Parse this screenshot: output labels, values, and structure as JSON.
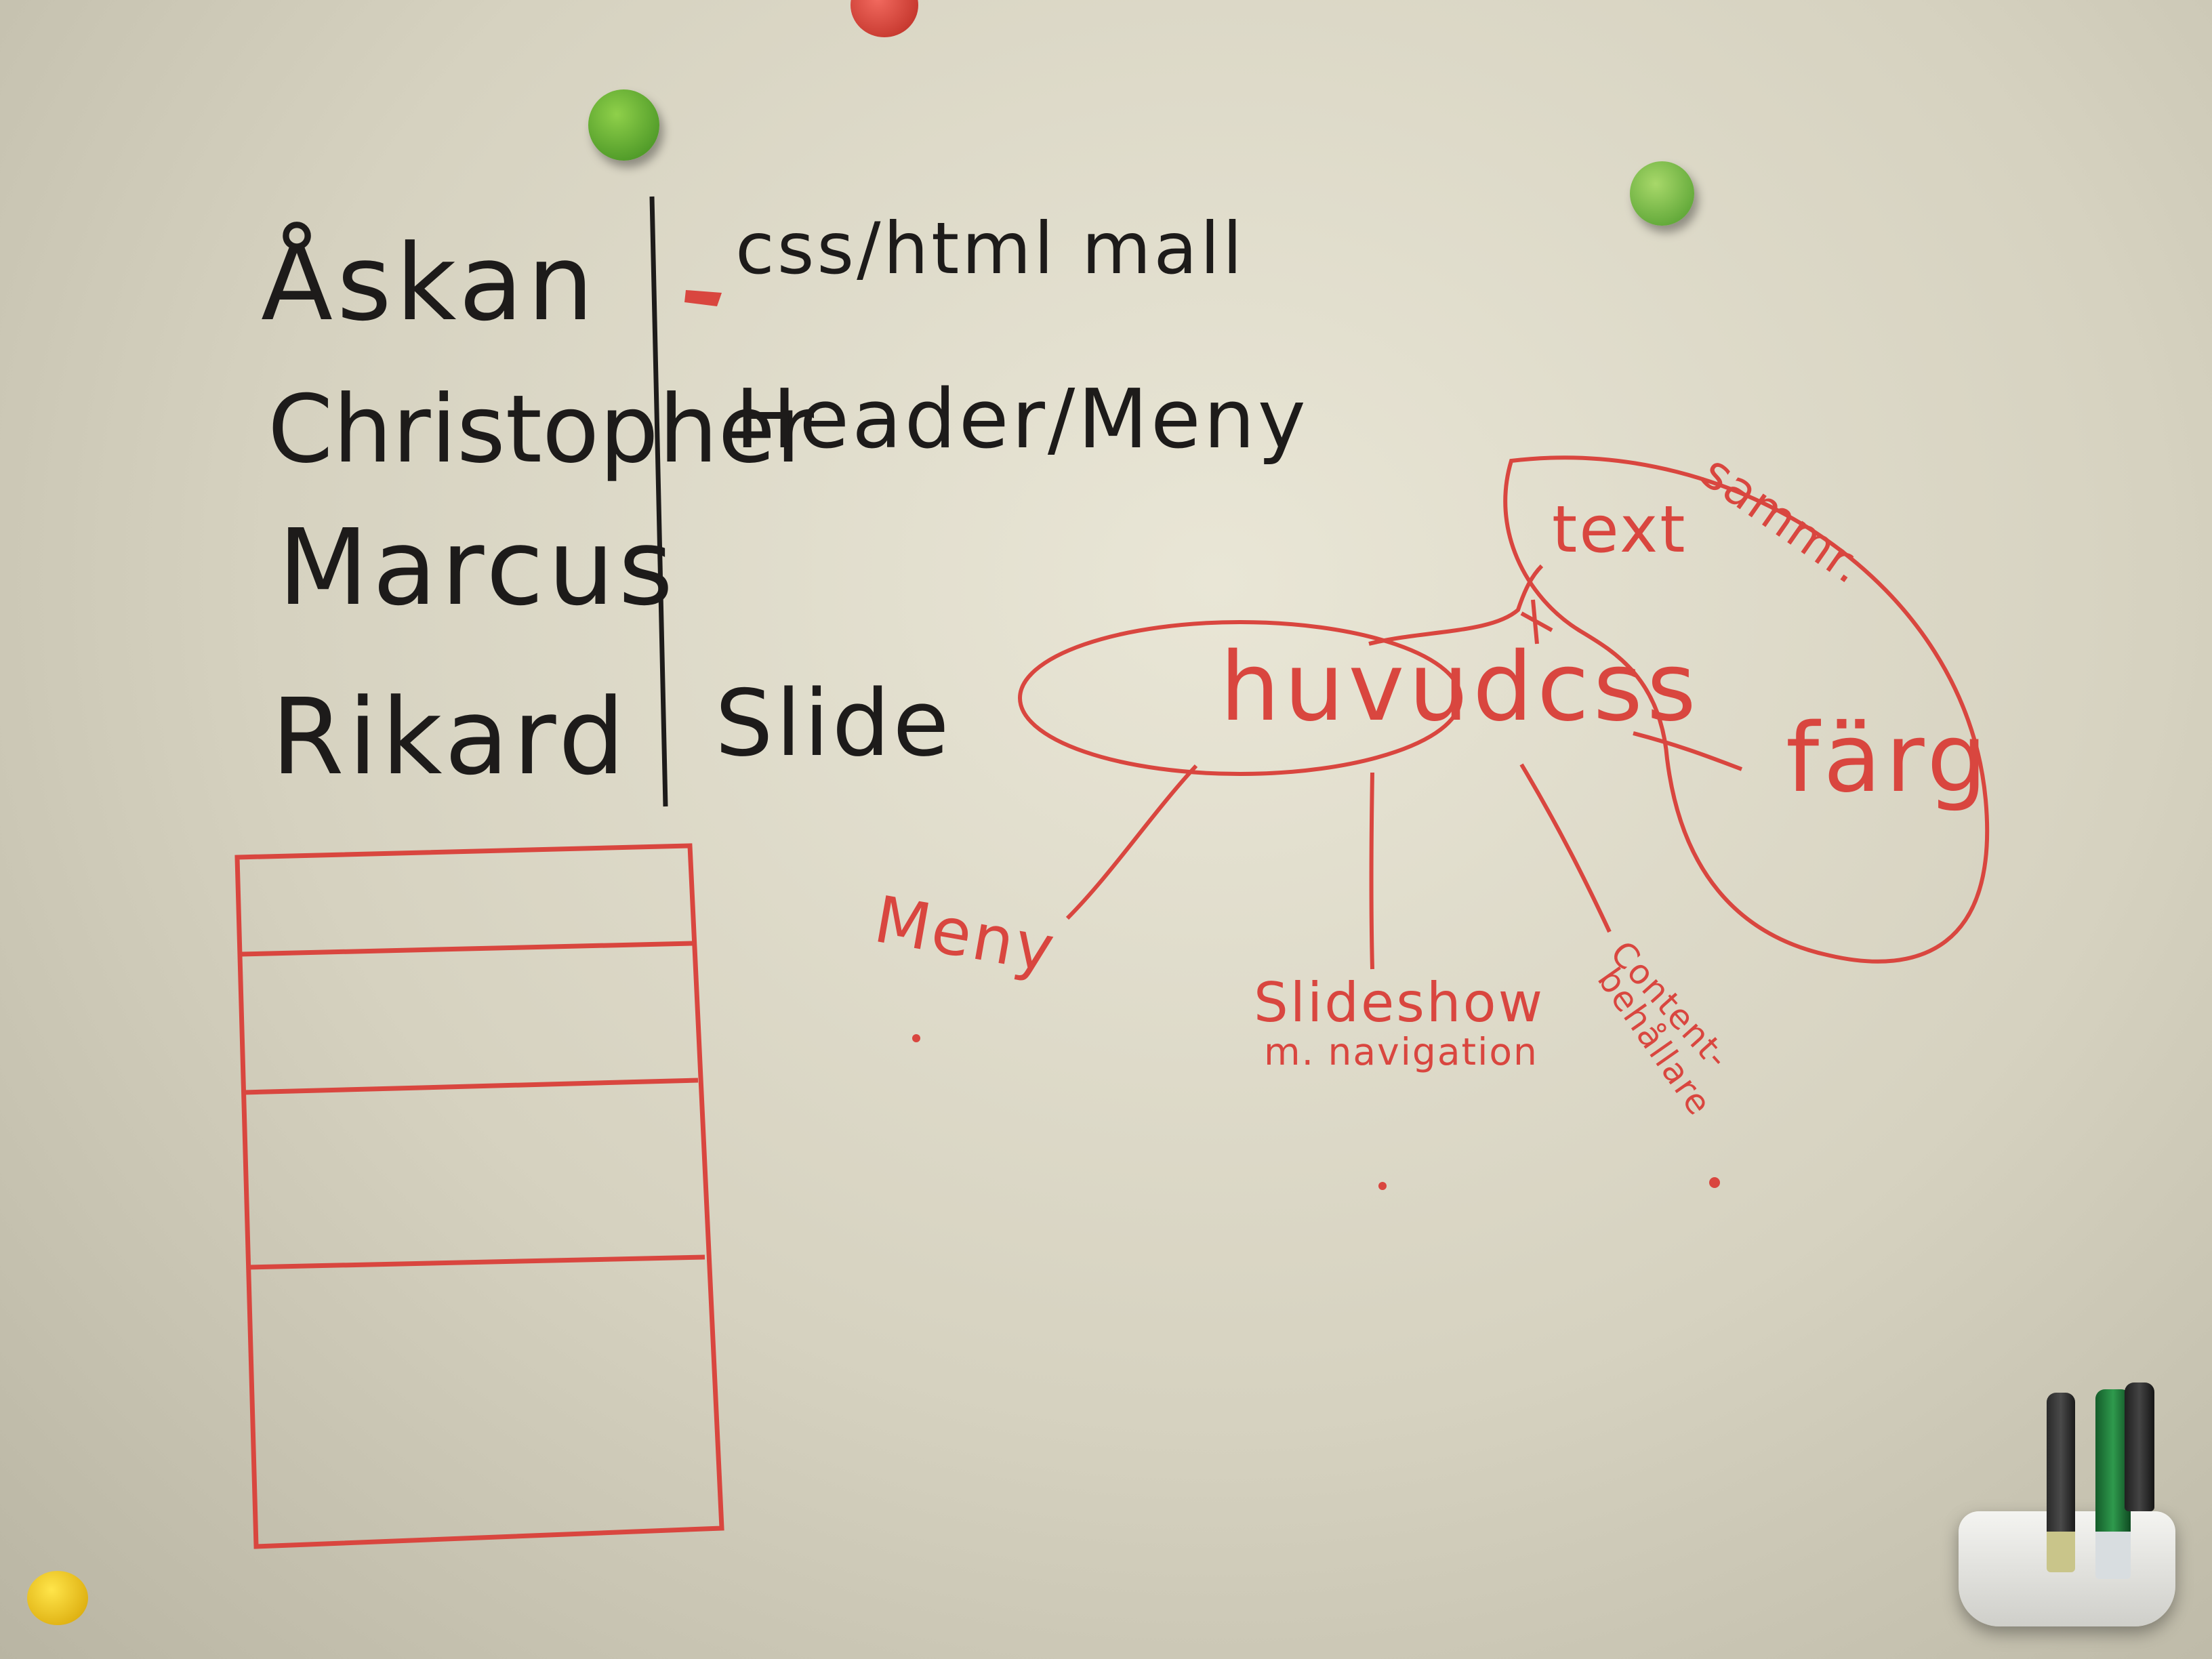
{
  "names": {
    "askan": "Åskan",
    "christopher": "Christopher",
    "marcus": "Marcus",
    "rikard": "Rikard"
  },
  "tasks": {
    "askan": "css/html mall",
    "christopher": "Header/Meny",
    "rikard": "Slide"
  },
  "mindmap": {
    "center": "huvudcss",
    "text": "text",
    "farg": "färg",
    "sammar": "sammr.",
    "meny": "Meny",
    "slideshow": "Slideshow",
    "slideshow_sub": "m. navigation",
    "content_1": "Content-",
    "content_2": "behållare"
  },
  "colors": {
    "ink_black": "#1d1b1a",
    "ink_red": "#d9463f",
    "board": "#e2dfcf"
  },
  "icons": {
    "magnets": [
      "green-magnet-icon",
      "green-magnet-icon",
      "red-magnet-icon",
      "yellow-magnet-icon"
    ],
    "tray": "marker-tray-icon"
  }
}
